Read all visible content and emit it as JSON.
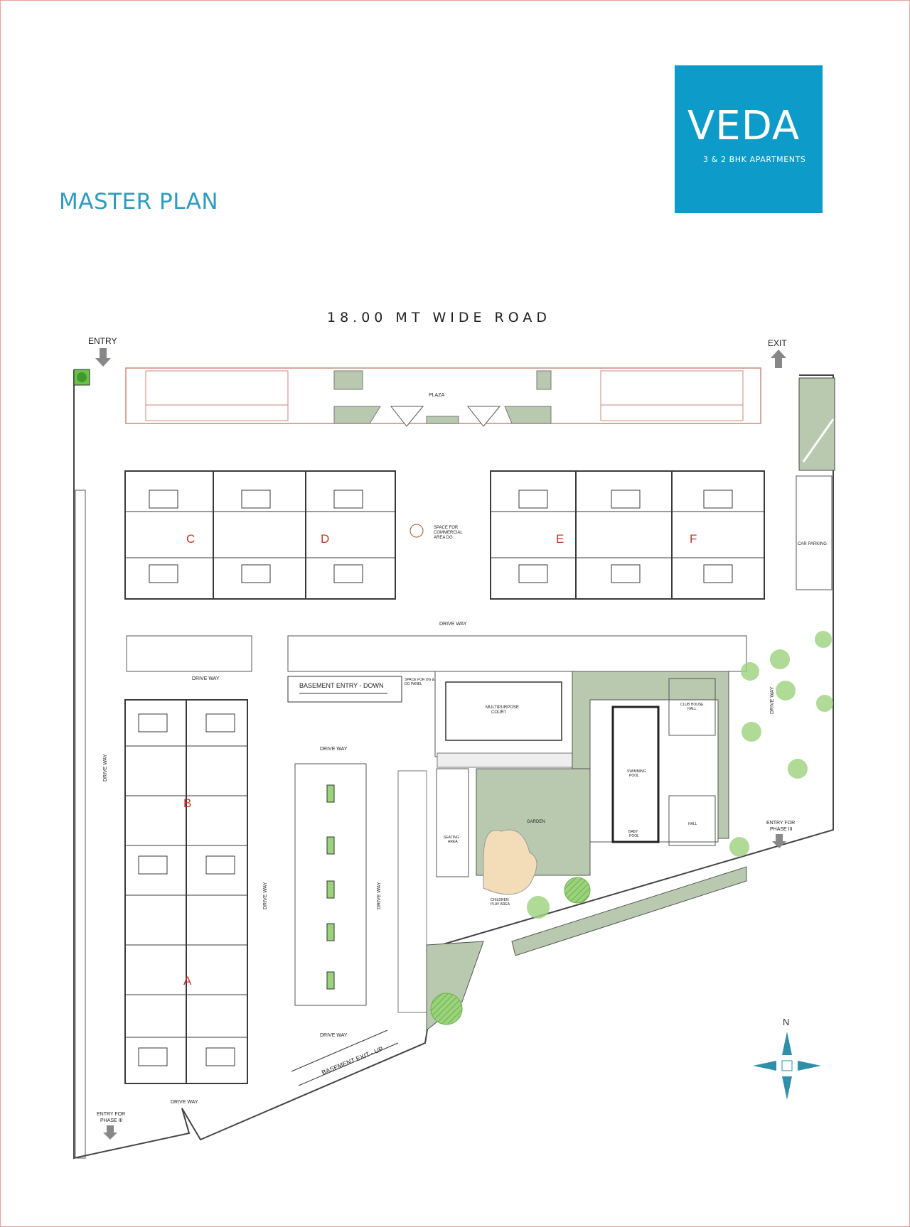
{
  "page": {
    "title": "MASTER PLAN",
    "logo_brand": "VEDA",
    "logo_tagline": "3 & 2 BHK APARTMENTS",
    "road": "18.00 MT WIDE ROAD"
  },
  "colors": {
    "accent": "#0d9bc9",
    "title": "#2e9bbf",
    "wall": "#3a3a3a",
    "garden": "#b9c9b0",
    "play_area": "#f3dcb8",
    "tree": "#9bd27c",
    "compass": "#2e8fa8"
  },
  "labels": {
    "entry": "ENTRY",
    "exit": "EXIT",
    "plaza": "PLAZA",
    "space_commercial": [
      "SPACE FOR",
      "COMMERCIAL",
      "AREA DG"
    ],
    "car_parking": "CAR PARKING",
    "driveway": "DRIVE WAY",
    "basement_entry": "BASEMENT ENTRY - DOWN",
    "basement_exit": "BASEMENT EXIT - UP",
    "space_dg": [
      "SPACE FOR DG &",
      "DG PANEL"
    ],
    "multipurpose": [
      "MULTIPURPOSE",
      "COURT"
    ],
    "swimming_pool": [
      "SWIMMING",
      "POOL"
    ],
    "baby_pool": [
      "BABY",
      "POOL"
    ],
    "club_house": [
      "CLUB HOUSE",
      "HALL"
    ],
    "hall": "HALL",
    "garden": "GARDEN",
    "children_play": [
      "CHILDREN",
      "PLAY AREA"
    ],
    "seating": [
      "SEATING",
      "AREA"
    ],
    "entry_phase3": [
      "ENTRY FOR",
      "PHASE III"
    ],
    "north": "N"
  },
  "blocks": [
    "A",
    "B",
    "C",
    "D",
    "E",
    "F"
  ]
}
